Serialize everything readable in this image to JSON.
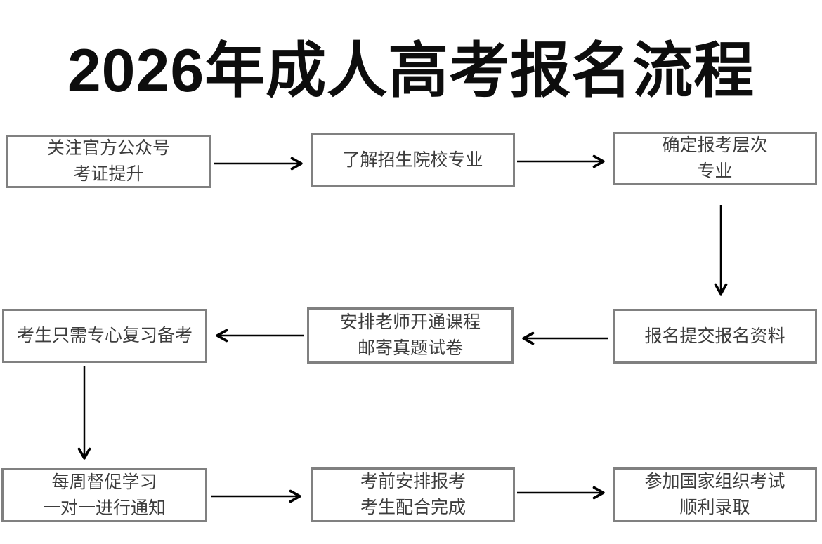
{
  "title": "2026年成人高考报名流程",
  "flowchart": {
    "type": "flowchart",
    "colors": {
      "background": "#ffffff",
      "box_border": "#808080",
      "box_text": "#3d3d3d",
      "arrow": "#000000",
      "title_text": "#0d0d0d"
    },
    "nodes": [
      {
        "id": "step-1",
        "lines": [
          "关注官方公众号",
          "考证提升"
        ]
      },
      {
        "id": "step-2",
        "lines": [
          "了解招生院校专业"
        ]
      },
      {
        "id": "step-3",
        "lines": [
          "确定报考层次",
          "专业"
        ]
      },
      {
        "id": "step-4",
        "lines": [
          "报名提交报名资料"
        ]
      },
      {
        "id": "step-5",
        "lines": [
          "安排老师开通课程",
          "邮寄真题试卷"
        ]
      },
      {
        "id": "step-6",
        "lines": [
          "考生只需专心复习备考"
        ]
      },
      {
        "id": "step-7",
        "lines": [
          "每周督促学习",
          "一对一进行通知"
        ]
      },
      {
        "id": "step-8",
        "lines": [
          "考前安排报考",
          "考生配合完成"
        ]
      },
      {
        "id": "step-9",
        "lines": [
          "参加国家组织考试",
          "顺利录取"
        ]
      }
    ],
    "arrows": [
      {
        "from": "step-1",
        "to": "step-2",
        "direction": "right"
      },
      {
        "from": "step-2",
        "to": "step-3",
        "direction": "right"
      },
      {
        "from": "step-3",
        "to": "step-4",
        "direction": "down"
      },
      {
        "from": "step-4",
        "to": "step-5",
        "direction": "left"
      },
      {
        "from": "step-5",
        "to": "step-6",
        "direction": "left"
      },
      {
        "from": "step-6",
        "to": "step-7",
        "direction": "down"
      },
      {
        "from": "step-7",
        "to": "step-8",
        "direction": "right"
      },
      {
        "from": "step-8",
        "to": "step-9",
        "direction": "right"
      }
    ]
  }
}
